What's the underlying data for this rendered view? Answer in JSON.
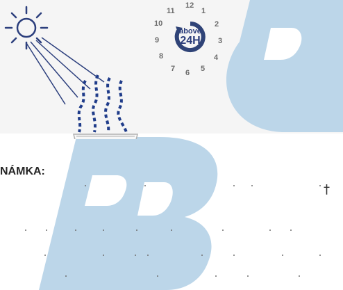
{
  "clock": {
    "numbers": [
      "12",
      "1",
      "2",
      "3",
      "4",
      "5",
      "6",
      "7",
      "8",
      "9",
      "10",
      "11"
    ],
    "label_top": "above",
    "label_main": "24H",
    "icon": "clock-above-24h-icon"
  },
  "illustration": {
    "sun_icon": "sun-icon",
    "dish_icon": "petri-dish-icon",
    "vapor_icon": "heat-waves-icon"
  },
  "note": {
    "title": "NÁMKA:",
    "mark": "†"
  },
  "colors": {
    "watermark": "#bcd6e9",
    "clock_ring": "#2f4377",
    "clock_text": "#6b6b6b",
    "card_bg": "#f5f5f5",
    "vapor": "#1f3c8a"
  }
}
